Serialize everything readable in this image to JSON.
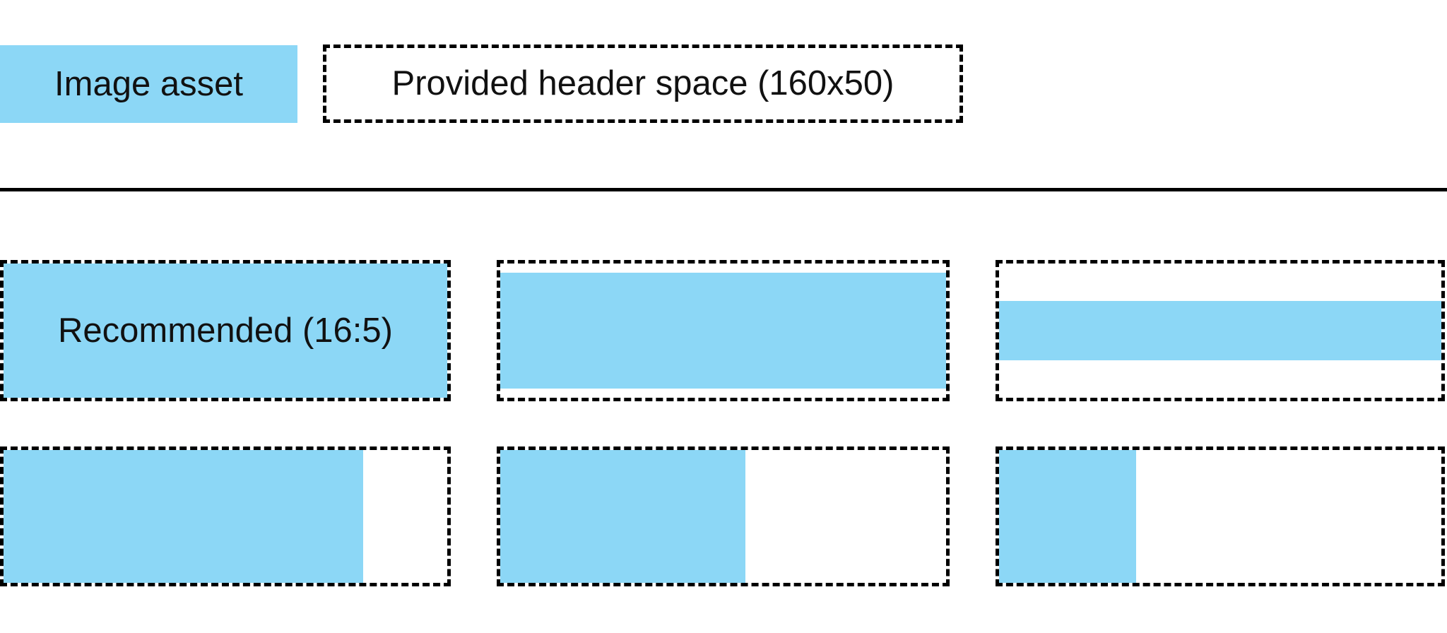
{
  "colors": {
    "asset_blue": "#8CD7F6",
    "outline_black": "#000000",
    "text_black": "#111111",
    "background_white": "#FFFFFF"
  },
  "legend": {
    "asset_label": "Image asset",
    "space_label": "Provided header space (160x50)"
  },
  "header_space": {
    "width": 160,
    "height": 50,
    "recommended_ratio": "16:5"
  },
  "tiles": [
    {
      "id": "r1c1",
      "label": "Recommended (16:5)",
      "fill": {
        "width_pct": 100,
        "height_pct": 100,
        "halign": "left",
        "valign": "middle"
      }
    },
    {
      "id": "r1c2",
      "fill": {
        "width_pct": 100,
        "height_pct": 86,
        "halign": "left",
        "valign": "middle"
      }
    },
    {
      "id": "r1c3",
      "fill": {
        "width_pct": 100,
        "height_pct": 44,
        "halign": "left",
        "valign": "middle"
      }
    },
    {
      "id": "r2c1",
      "fill": {
        "width_pct": 81,
        "height_pct": 100,
        "halign": "left",
        "valign": "middle"
      }
    },
    {
      "id": "r2c2",
      "fill": {
        "width_pct": 55,
        "height_pct": 100,
        "halign": "left",
        "valign": "middle"
      }
    },
    {
      "id": "r2c3",
      "fill": {
        "width_pct": 31,
        "height_pct": 100,
        "halign": "left",
        "valign": "middle"
      }
    }
  ]
}
